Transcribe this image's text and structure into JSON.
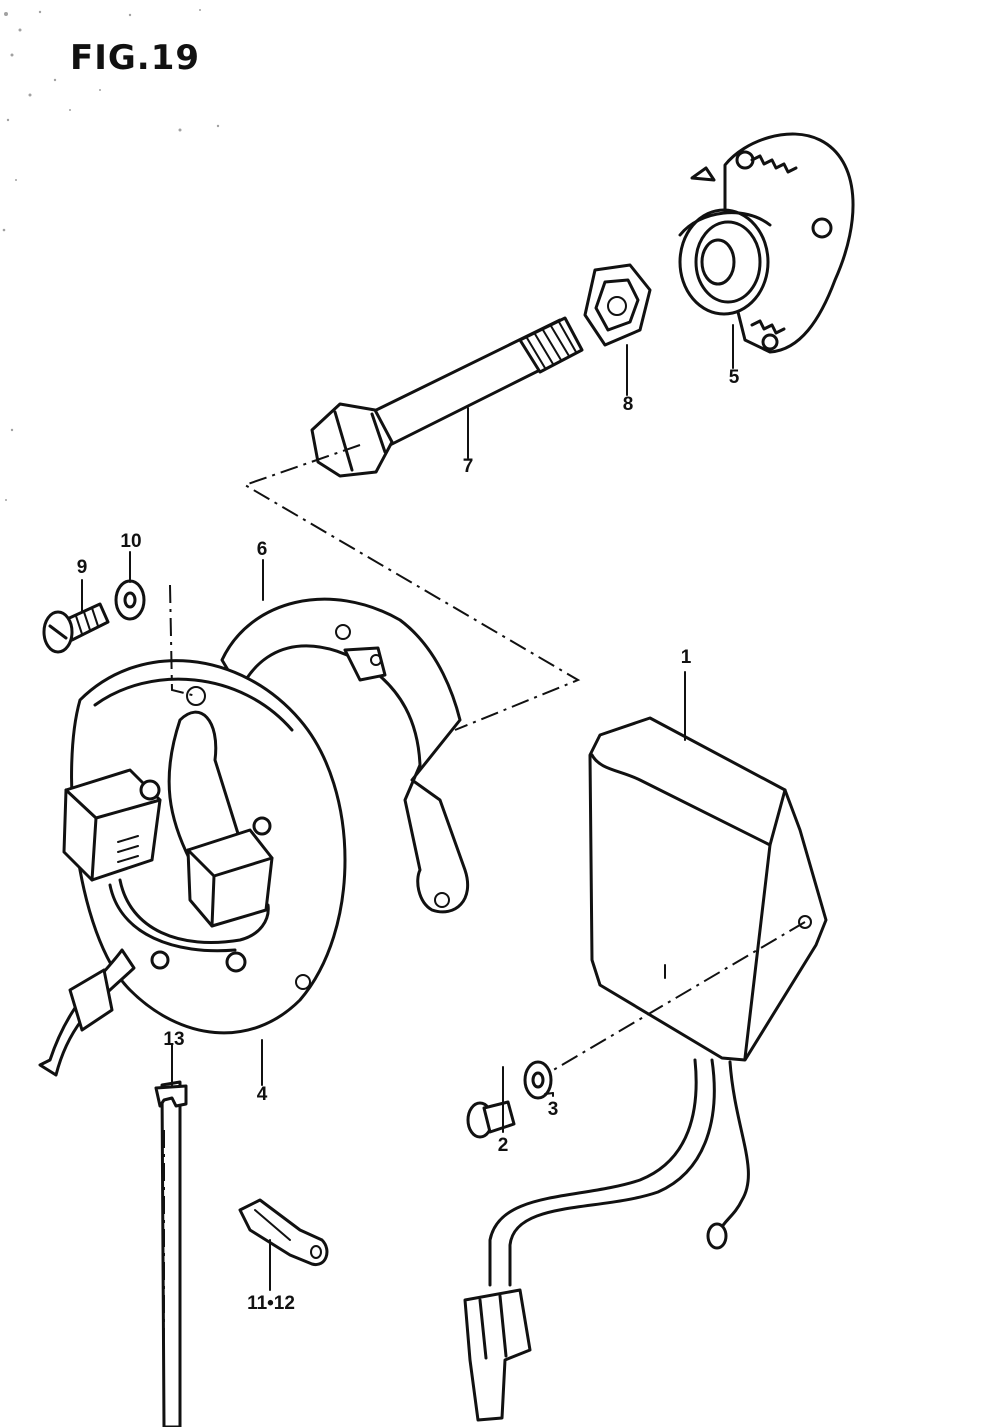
{
  "figure": {
    "title": "FIG.19"
  },
  "callouts": [
    {
      "id": "1",
      "label": "1"
    },
    {
      "id": "2",
      "label": "2"
    },
    {
      "id": "3",
      "label": "3"
    },
    {
      "id": "4",
      "label": "4"
    },
    {
      "id": "5",
      "label": "5"
    },
    {
      "id": "6",
      "label": "6"
    },
    {
      "id": "7",
      "label": "7"
    },
    {
      "id": "8",
      "label": "8"
    },
    {
      "id": "9",
      "label": "9"
    },
    {
      "id": "10",
      "label": "10"
    },
    {
      "id": "11-12",
      "label": "11•12"
    },
    {
      "id": "13",
      "label": "13"
    }
  ]
}
